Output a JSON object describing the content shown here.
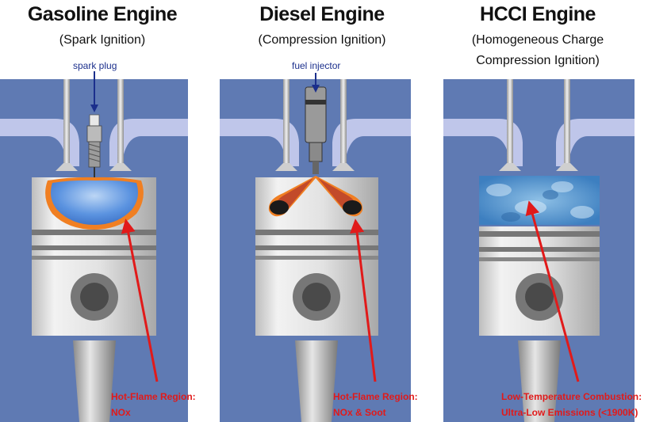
{
  "panels": [
    {
      "title": "Gasoline Engine",
      "subtitle": [
        "(Spark Ignition)"
      ],
      "label": "spark plug",
      "callout": [
        "Hot-Flame Region:",
        "NOx"
      ]
    },
    {
      "title": "Diesel Engine",
      "subtitle": [
        "(Compression Ignition)"
      ],
      "label": "fuel injector",
      "callout": [
        "Hot-Flame Region:",
        "NOx & Soot"
      ]
    },
    {
      "title": "HCCI Engine",
      "subtitle": [
        "(Homogeneous Charge",
        "Compression Ignition)"
      ],
      "callout": [
        "Low-Temperature Combustion:",
        "Ultra-Low Emissions (<1900K)"
      ]
    }
  ],
  "colors": {
    "cylinder": "#5f7ab3",
    "ports": "#bfc6ea",
    "piston": "#d9d9d9",
    "flame": "#f07f22",
    "gas_blue": "#4a86dc",
    "callout_red": "#e11a1a",
    "label_blue": "#1b2f8c"
  }
}
